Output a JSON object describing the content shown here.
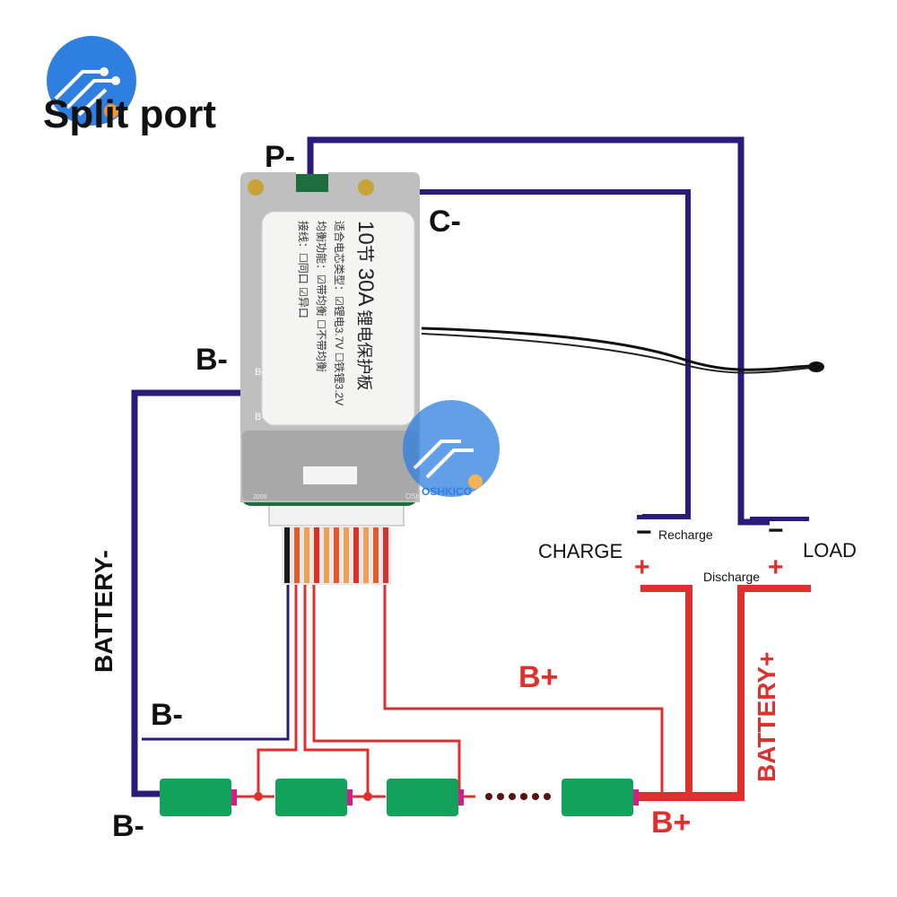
{
  "title": "Split port",
  "brand": {
    "watermark": "OSHKICO"
  },
  "terminals": {
    "p_minus": "P-",
    "c_minus": "C-",
    "b_minus_top": "B-",
    "b_minus_mid": "B-",
    "b_minus_bottom": "B-",
    "b_plus_mid": "B+",
    "b_plus_bottom": "B+"
  },
  "side_labels": {
    "battery_minus": "BATTERY-",
    "battery_plus": "BATTERY+"
  },
  "ports": {
    "charge": "CHARGE",
    "load": "LOAD",
    "recharge": "Recharge",
    "discharge": "Discharge",
    "minus_sign": "−",
    "plus_sign": "+"
  },
  "board": {
    "cells": "10",
    "cell_unit": "节",
    "current": "30",
    "current_unit": "A",
    "product": "锂电保护板",
    "row_battery_type": "适合电芯类型：☑锂电3.7V  ☐铁锂3.2V",
    "row_balance": "均衡功能：☑带均衡  ☐不带均衡",
    "row_wiring": "接线：☐同口  ☑异口",
    "silk_b1": "B-",
    "silk_b2": "B-",
    "model": "2009",
    "maker": "OSHS"
  },
  "colors": {
    "negative_wire": "#2b1b7a",
    "positive_wire": "#e0302e",
    "cell": "#12a25a",
    "board_pcb": "#1e6d3f"
  }
}
